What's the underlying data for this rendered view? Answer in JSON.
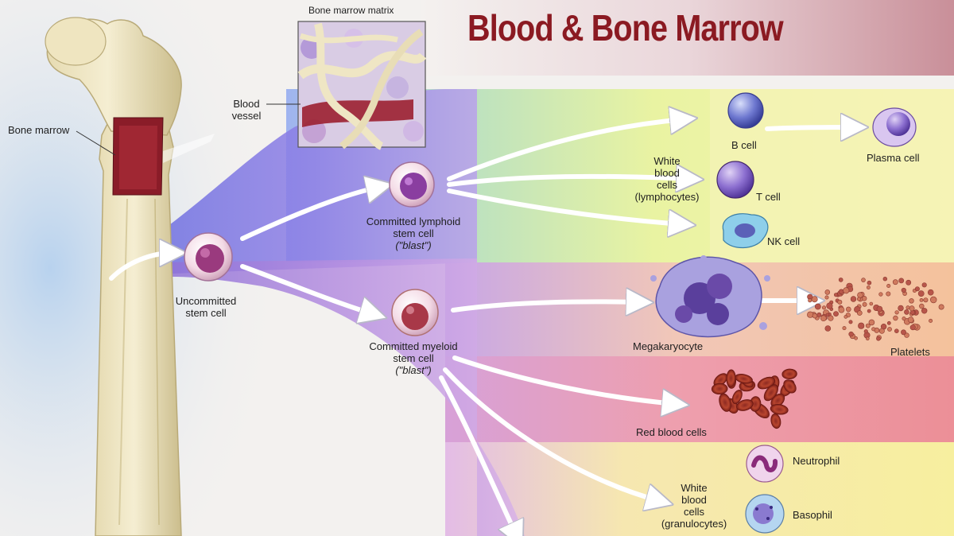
{
  "title": "Blood & Bone Marrow",
  "labels": {
    "matrix": "Bone marrow matrix",
    "blood_vessel": [
      "Blood",
      "vessel"
    ],
    "bone_marrow": "Bone marrow",
    "uncommitted": [
      "Uncommitted",
      "stem cell"
    ],
    "lymphoid": [
      "Committed lymphoid",
      "stem cell",
      "(\"blast\")"
    ],
    "myeloid": [
      "Committed myeloid",
      "stem cell",
      "(\"blast\")"
    ],
    "wbc_lymph": [
      "White",
      "blood",
      "cells",
      "(lymphocytes)"
    ],
    "b_cell": "B cell",
    "plasma_cell": "Plasma cell",
    "t_cell": "T cell",
    "nk_cell": "NK cell",
    "megakaryocyte": "Megakaryocyte",
    "platelets": "Platelets",
    "rbc": "Red blood cells",
    "wbc_gran": [
      "White",
      "blood",
      "cells",
      "(granulocytes)"
    ],
    "neutrophil": "Neutrophil",
    "basophil": "Basophil"
  },
  "colors": {
    "title": "#8b1a22",
    "lymphoid_band": "#e8f2a0",
    "megakaryocyte_band": "#f4c7a4",
    "rbc_band": "#ee9aa2",
    "granulocyte_band": "#f6ec9c",
    "stem_flow": "#7a6fdc",
    "marrow": "#9b2230"
  }
}
